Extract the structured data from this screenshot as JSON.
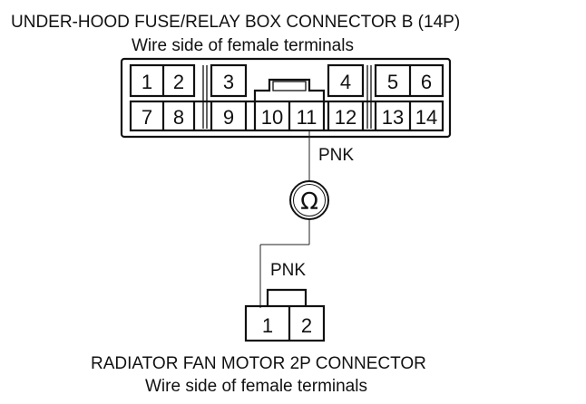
{
  "connector_b": {
    "title": "UNDER-HOOD FUSE/RELAY BOX CONNECTOR B (14P)",
    "subtitle": "Wire side of female terminals",
    "top_row": [
      "1",
      "2",
      "3",
      "4",
      "5",
      "6"
    ],
    "bottom_row": [
      "7",
      "8",
      "9",
      "10",
      "11",
      "12",
      "13",
      "14"
    ]
  },
  "wire_upper": {
    "color_label": "PNK"
  },
  "meter": {
    "symbol": "Ω"
  },
  "wire_lower": {
    "color_label": "PNK"
  },
  "fan_connector": {
    "pins": [
      "1",
      "2"
    ],
    "title": "RADIATOR FAN MOTOR 2P CONNECTOR",
    "subtitle": "Wire side of female terminals"
  }
}
